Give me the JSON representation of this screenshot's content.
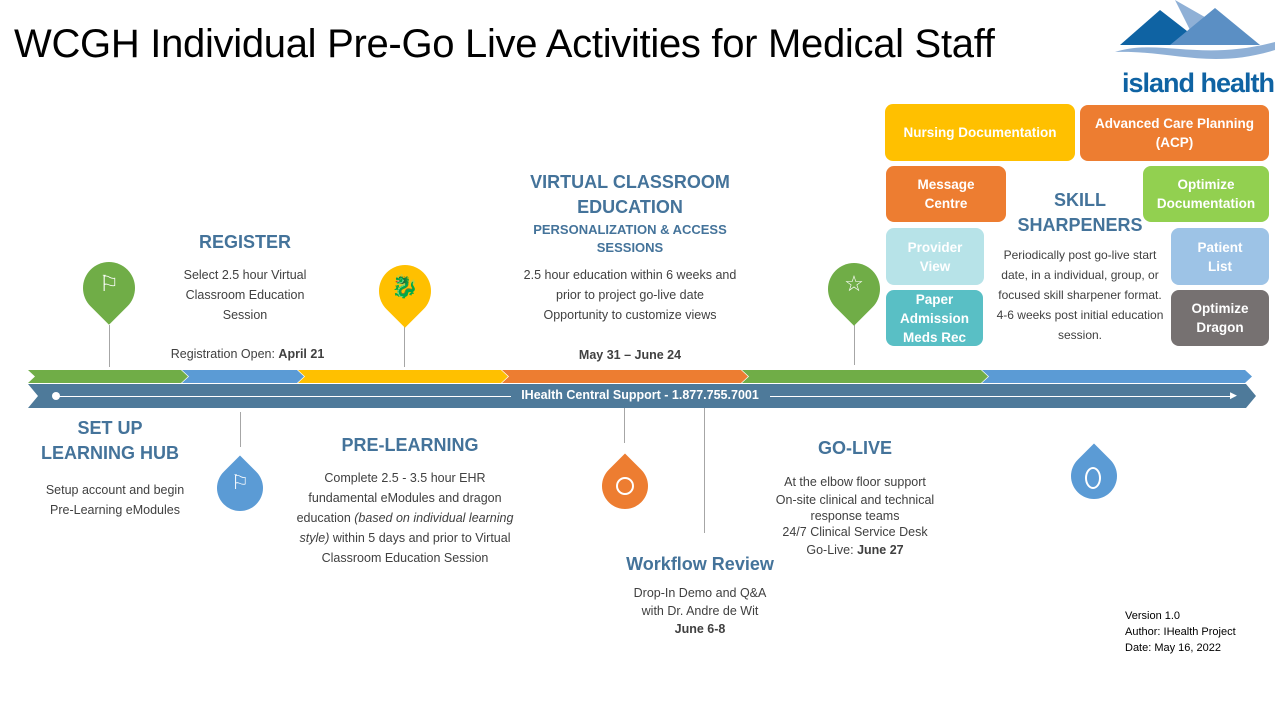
{
  "title": "WCGH Individual Pre-Go Live Activities for Medical Staff",
  "logo": {
    "text": "island health"
  },
  "register": {
    "heading": "REGISTER",
    "lines": [
      "Select 2.5 hour Virtual",
      "Classroom Education",
      "Session"
    ],
    "date_label": "Registration Open: ",
    "date": "April 21"
  },
  "virtual": {
    "heading1": "VIRTUAL CLASSROOM",
    "heading2": "EDUCATION",
    "sub1": "PERSONALIZATION & ACCESS",
    "sub2": "SESSIONS",
    "lines": [
      "2.5 hour education within 6 weeks and",
      "prior to project go-live date",
      "Opportunity to customize views"
    ],
    "date": "May 31 – June 24"
  },
  "skill": {
    "heading1": "SKILL",
    "heading2": "SHARPENERS",
    "lines": [
      "Periodically post go-live start",
      "date, in a individual, group, or",
      "focused skill sharpener format.",
      "4-6 weeks post initial education",
      "session."
    ],
    "tiles": [
      "Nursing Documentation",
      "Advanced Care Planning (ACP)",
      "Message Centre",
      "Optimize Documentation",
      "Provider View",
      "Patient List",
      "Paper Admission Meds Rec",
      "Optimize Dragon"
    ]
  },
  "support": "IHealth Central Support - 1.877.755.7001",
  "setup": {
    "heading1": "SET UP",
    "heading2": "LEARNING HUB",
    "lines": [
      "Setup account and begin",
      "Pre-Learning eModules"
    ]
  },
  "prelearning": {
    "heading": "PRE-LEARNING",
    "l1": "Complete 2.5 - 3.5 hour EHR",
    "l2": "fundamental eModules and dragon",
    "l3a": "education ",
    "l3b": "(based on individual learning",
    "l4a": "style)",
    "l4b": " within 5 days and prior to Virtual",
    "l5": "Classroom Education Session"
  },
  "workflow": {
    "heading": "Workflow Review",
    "lines": [
      "Drop-In Demo and Q&A",
      "with Dr. Andre de Wit"
    ],
    "date": "June 6-8"
  },
  "golive": {
    "heading": "GO-LIVE",
    "lines": [
      "At the elbow floor support",
      "On-site clinical and technical",
      "response teams",
      "24/7 Clinical Service Desk"
    ],
    "date_label": "Go-Live: ",
    "date": "June 27"
  },
  "version": {
    "v": "Version 1.0",
    "author": "Author:  IHealth Project",
    "date": "Date: May 16, 2022"
  },
  "colors": {
    "green": "#70ad47",
    "blue": "#5b9bd5",
    "yellow": "#ffc000",
    "orange": "#ed7d31",
    "slate": "#4e7a9a"
  }
}
